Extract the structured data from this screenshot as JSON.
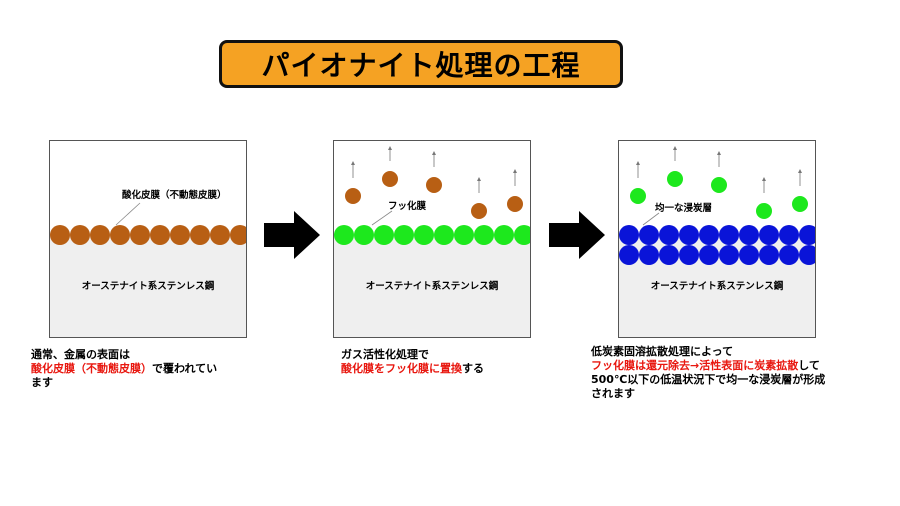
{
  "title": "パイオナイト処理の工程",
  "colors": {
    "title_bg": "#f5a223",
    "oxide_particle": "#b85f14",
    "fluoride_particle": "#1de81d",
    "carbon_particle": "#0a14d8",
    "substrate": "#efefef",
    "highlight_text": "#e8170f"
  },
  "panels": [
    {
      "substrate_label": "オーステナイト系ステンレス鋼",
      "callout": "酸化皮膜（不動態皮膜）"
    },
    {
      "substrate_label": "オーステナイト系ステンレス鋼",
      "callout": "フッ化膜"
    },
    {
      "substrate_label": "オーステナイト系ステンレス鋼",
      "callout": "均一な浸炭層"
    }
  ],
  "captions": [
    {
      "line1": "通常、金属の表面は",
      "line2_red": "酸化皮膜（不動態皮膜）",
      "line2_rest": "で覆われてい",
      "line3": "ます"
    },
    {
      "line1": "ガス活性化処理で",
      "line2_red": "酸化膜をフッ化膜に置換",
      "line2_rest": "する"
    },
    {
      "line1": "低炭素固溶拡散処理によって",
      "line2_red": "フッ化膜は還元除去→活性表面に炭素拡散",
      "line2_rest": "して",
      "line3": "500℃以下の低温状況下で均一な浸炭層が形成",
      "line4": "されます"
    }
  ]
}
